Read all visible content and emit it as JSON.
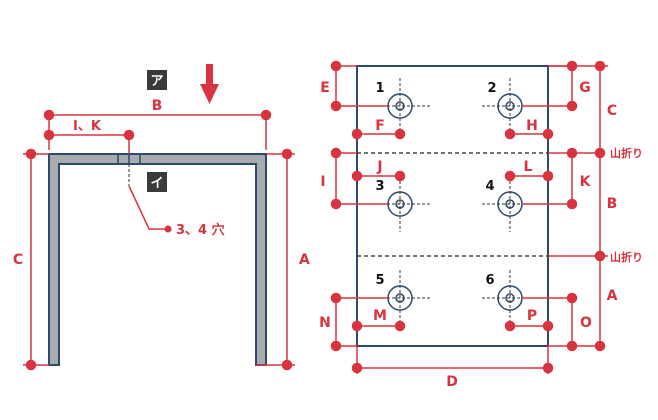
{
  "colors": {
    "dimension": "#d9333f",
    "outline": "#2d4a6b",
    "fill": "#a8acb1",
    "marker_bg": "#3a3a3a",
    "marker_text": "#ffffff",
    "hole_text": "#111111"
  },
  "left_view": {
    "marker_a": "ア",
    "marker_i": "イ",
    "arrow_icon": "down-arrow-icon",
    "dim_b": "B",
    "dim_ik": "I、K",
    "dim_c": "C",
    "dim_a": "A",
    "callout": "3、4 穴"
  },
  "right_view": {
    "holes": [
      "1",
      "2",
      "3",
      "4",
      "5",
      "6"
    ],
    "dims": {
      "e": "E",
      "f": "F",
      "g": "G",
      "h": "H",
      "i": "I",
      "j": "J",
      "k": "K",
      "l": "L",
      "m": "M",
      "n": "N",
      "o": "O",
      "p": "P",
      "c": "C",
      "b": "B",
      "a": "A",
      "d": "D"
    },
    "fold_1": "山折り",
    "fold_2": "山折り"
  }
}
